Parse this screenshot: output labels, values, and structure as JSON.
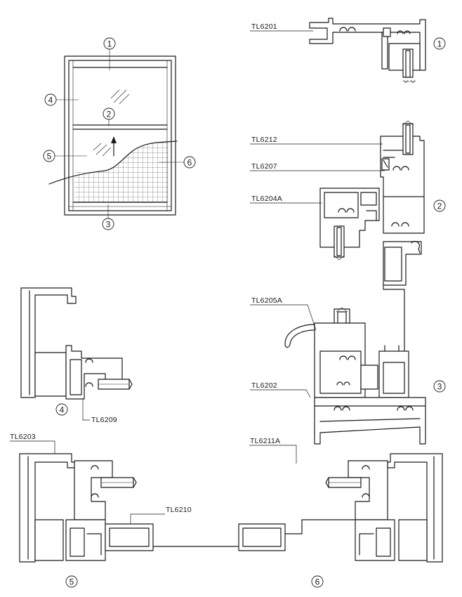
{
  "markers": [
    "1",
    "2",
    "3",
    "4",
    "5",
    "6"
  ],
  "labels": {
    "tl6201": "TL6201",
    "tl6212": "TL6212",
    "tl6207": "TL6207",
    "tl6204a": "TL6204A",
    "tl6205a": "TL6205A",
    "tl6202": "TL6202",
    "tl6209": "TL6209",
    "tl6203": "TL6203",
    "tl6211a": "TL6211A",
    "tl6210": "TL6210"
  }
}
